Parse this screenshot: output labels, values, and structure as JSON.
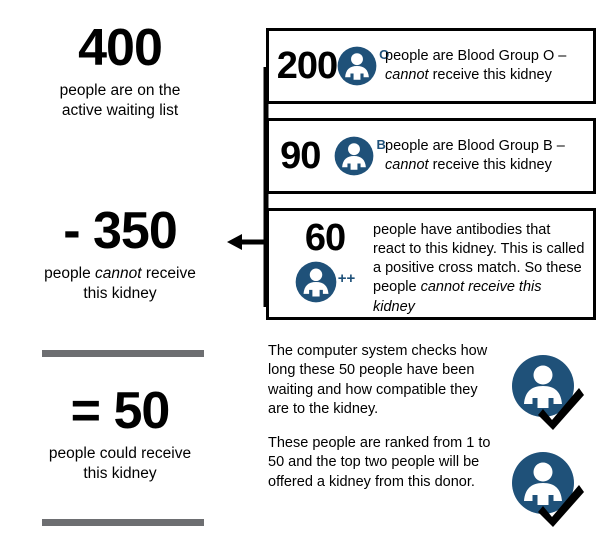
{
  "theme": {
    "blue": "#1f5179",
    "grey_bar": "#6d6e71",
    "black": "#000000",
    "white": "#ffffff"
  },
  "summary": {
    "total": {
      "number": "400",
      "caption_line1": "people are on the",
      "caption_line2": "active waiting list"
    },
    "excluded": {
      "number": "- 350",
      "caption_line1_pre": "people ",
      "caption_line1_em": "cannot",
      "caption_line1_post": " receive",
      "caption_line2": "this kidney"
    },
    "eligible": {
      "number": "= 50",
      "caption_line1": "people could receive",
      "caption_line2": "this kidney"
    }
  },
  "exclusion_boxes": [
    {
      "id": "box-o",
      "number": "200",
      "icon": "person-icon",
      "blood_group_tag": "O",
      "text_pre": "people are Blood Group O – ",
      "text_em": "cannot",
      "text_post": " receive this kidney"
    },
    {
      "id": "box-b",
      "number": "90",
      "icon": "person-icon",
      "blood_group_tag": "B",
      "text_pre": "people are Blood Group B – ",
      "text_em": "cannot",
      "text_post": " receive this kidney"
    },
    {
      "id": "box-x",
      "number": "60",
      "icon": "person-icon",
      "blood_group_tag": "++",
      "text_pre": "people have antibodies that react to this kidney. This is called a positive cross match. So these people ",
      "text_em": "cannot receive this kidney",
      "text_post": ""
    }
  ],
  "connector": {
    "icon": "bracket-arrow-left-icon"
  },
  "explanation": {
    "paragraph_1": "The computer system checks how long these 50 people have been waiting and how compatible they are to the kidney.",
    "paragraph_2": "These people are ranked from 1 to 50 and the top two people will be offered a kidney from this donor.",
    "check_icons": [
      "person-check-icon",
      "person-check-icon"
    ]
  }
}
